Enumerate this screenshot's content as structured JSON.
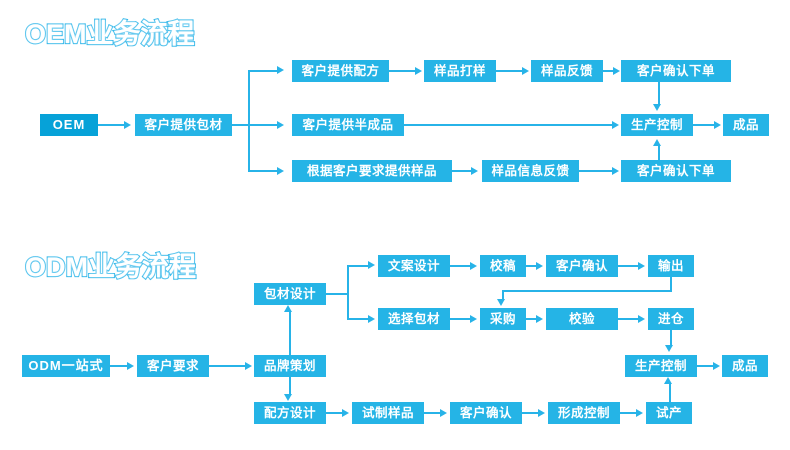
{
  "page": {
    "background": "#ffffff",
    "accent": "#27b3e8",
    "box_color": "#25b4e6",
    "box_color_dark": "#06a2d8",
    "text_color": "#ffffff"
  },
  "sections": [
    {
      "id": "oem",
      "title": "OEM业务流程",
      "nodes": {
        "start": "OEM",
        "pack": "客户提供包材",
        "row1_a": "客户提供配方",
        "row1_b": "样品打样",
        "row1_c": "样品反馈",
        "row1_d": "客户确认下单",
        "row2_a": "客户提供半成品",
        "row3_a": "根据客户要求提供样品",
        "row3_b": "样品信息反馈",
        "row3_c": "客户确认下单",
        "control": "生产控制",
        "finish": "成品"
      }
    },
    {
      "id": "odm",
      "title": "ODM业务流程",
      "nodes": {
        "start": "ODM一站式",
        "demand": "客户要求",
        "brand": "品牌策划",
        "pack_design": "包材设计",
        "copy_design": "文案设计",
        "proof": "校稿",
        "cust_confirm_top": "客户确认",
        "output": "输出",
        "select_pack": "选择包材",
        "purchase": "采购",
        "verify": "校验",
        "warehouse": "进仓",
        "formula": "配方设计",
        "trial_sample": "试制样品",
        "cust_confirm_bottom": "客户确认",
        "form_control": "形成控制",
        "trial_production": "试产",
        "control": "生产控制",
        "finish": "成品"
      }
    }
  ],
  "icons": {
    "arrow_right": "arrow-right-icon",
    "arrow_down": "arrow-down-icon",
    "arrow_up": "arrow-up-icon"
  }
}
